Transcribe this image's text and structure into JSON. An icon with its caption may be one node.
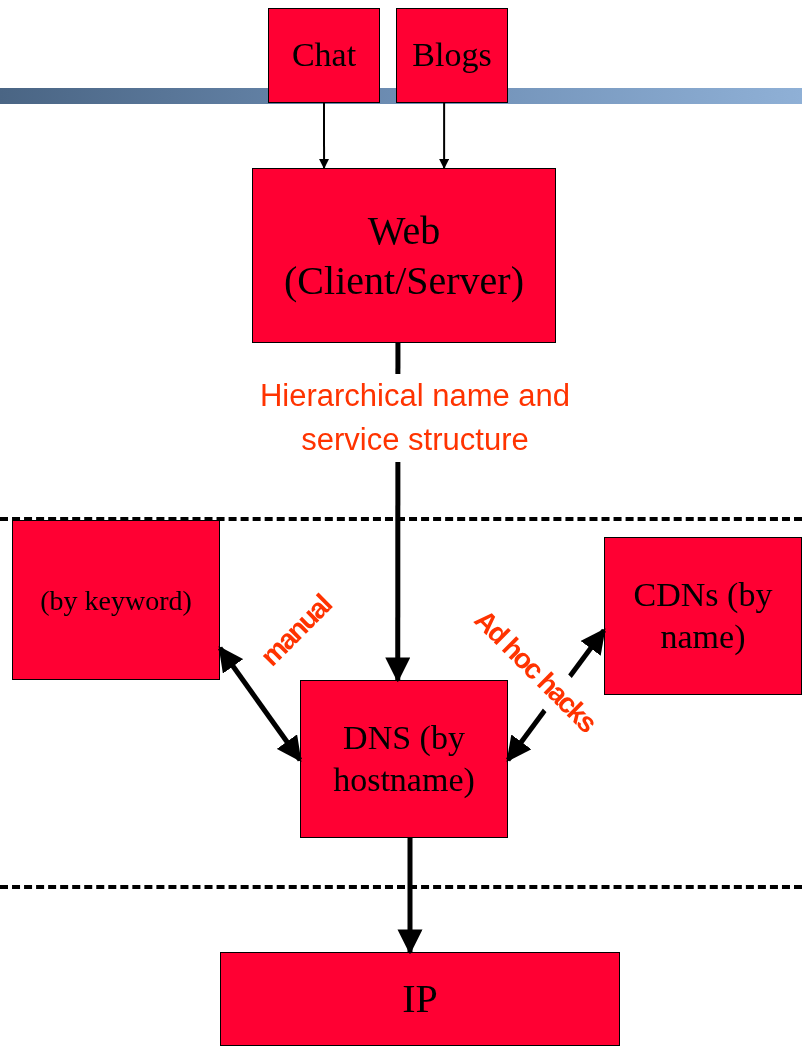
{
  "diagram": {
    "nodes": [
      {
        "text": [
          "Chat"
        ]
      },
      {
        "text": [
          "Blogs"
        ]
      },
      {
        "text": [
          "Web (Client/Server)"
        ]
      },
      {
        "text": [
          "(by keyword)"
        ]
      },
      {
        "text": [
          "CDNs (by name)"
        ]
      },
      {
        "text": [
          "DNS (by hostname)"
        ]
      },
      {
        "text": [
          "IP"
        ]
      }
    ],
    "edges": [
      {
        "from": 0,
        "to": 2,
        "arrow": "to"
      },
      {
        "from": 1,
        "to": 2,
        "arrow": "to"
      },
      {
        "from": 2,
        "to": 5,
        "arrow": "to",
        "label": "Hierarchical name and service structure"
      },
      {
        "from": 3,
        "to": 5,
        "arrow": "both",
        "label": "manual"
      },
      {
        "from": 5,
        "to": 4,
        "arrow": "both",
        "label": "Ad hoc hacks"
      },
      {
        "from": 5,
        "to": 6,
        "arrow": "to"
      }
    ]
  }
}
